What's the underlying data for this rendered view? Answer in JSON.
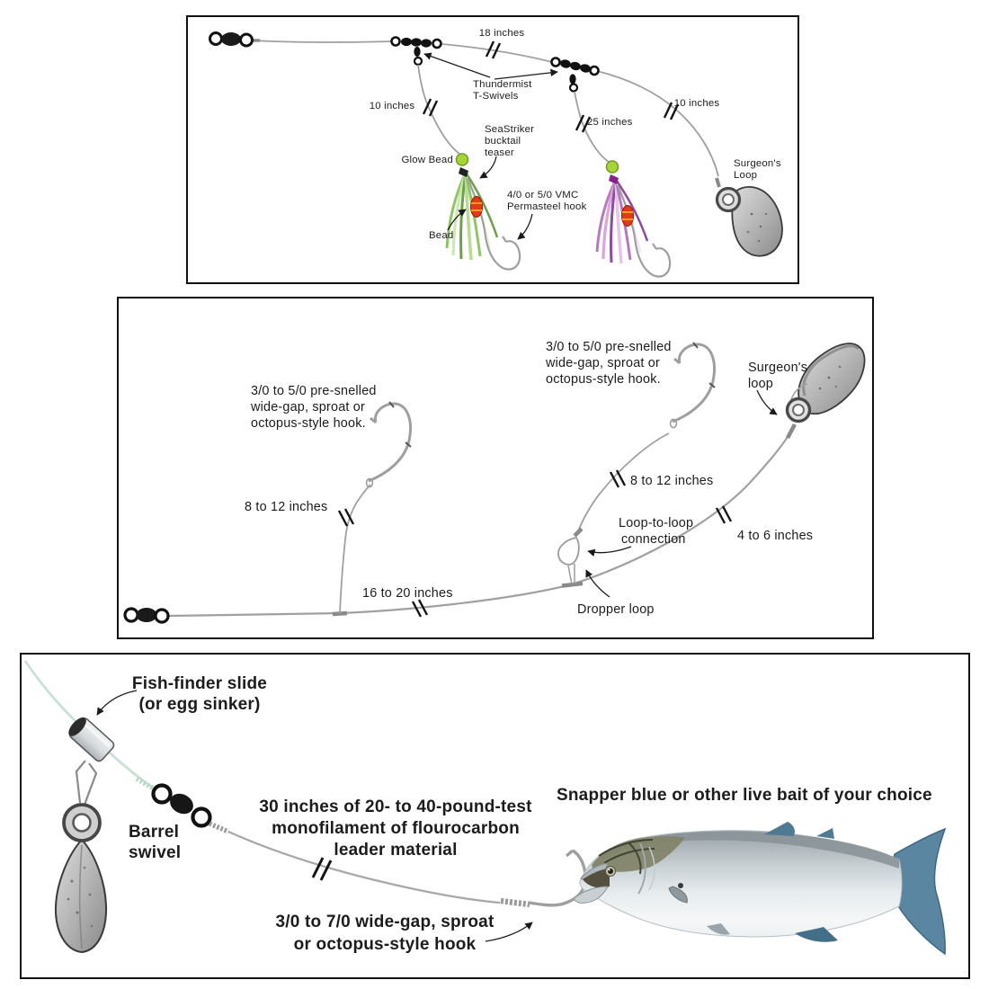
{
  "colors": {
    "line_gray": "#a0a0a0",
    "text": "#1c1c1c",
    "glow_bead_green": "#a9d438",
    "teaser_green": "#8fc468",
    "teaser_pink": "#c98fd0",
    "bead_red": "#e23a18",
    "bead_stripe_orange": "#f59f1e",
    "fish_fin_blue": "#5b86a2",
    "pale_line_mint": "#c7e2d4",
    "panel_border": "#111111"
  },
  "top": {
    "len18": "18 inches",
    "tswivel_line1": "Thundermist",
    "tswivel_line2": "T-Swivels",
    "len10_left": "10 inches",
    "len25": "25 inches",
    "len10_right": "10 inches",
    "teaser_line1": "SeaStriker",
    "teaser_line2": "bucktail",
    "teaser_line3": "teaser",
    "glow_bead": "Glow Bead",
    "hook_line1": "4/0 or 5/0 VMC",
    "hook_line2": "Permasteel hook",
    "bead": "Bead",
    "surgeons_line1": "Surgeon's",
    "surgeons_line2": "Loop"
  },
  "middle": {
    "hook_line1": "3/0 to 5/0 pre-snelled",
    "hook_line2": "wide-gap, sproat or",
    "hook_line3": "octopus-style hook.",
    "len8to12": "8 to 12 inches",
    "surgeons_line1": "Surgeon's",
    "surgeons_line2": "loop",
    "loop_line1": "Loop-to-loop",
    "loop_line2": "connection",
    "len4to6": "4 to 6 inches",
    "len16to20": "16 to 20 inches",
    "dropper": "Dropper loop"
  },
  "bottom": {
    "fishfinder_line1": "Fish-finder slide",
    "fishfinder_line2": "(or egg sinker)",
    "barrel_line1": "Barrel",
    "barrel_line2": "swivel",
    "leader_line1": "30 inches of 20- to 40-pound-test",
    "leader_line2": "monofilament of flourocarbon",
    "leader_line3": "leader material",
    "bait": "Snapper blue or other live bait of your choice",
    "hook_line1": "3/0 to 7/0 wide-gap, sproat",
    "hook_line2": "or octopus-style hook"
  }
}
